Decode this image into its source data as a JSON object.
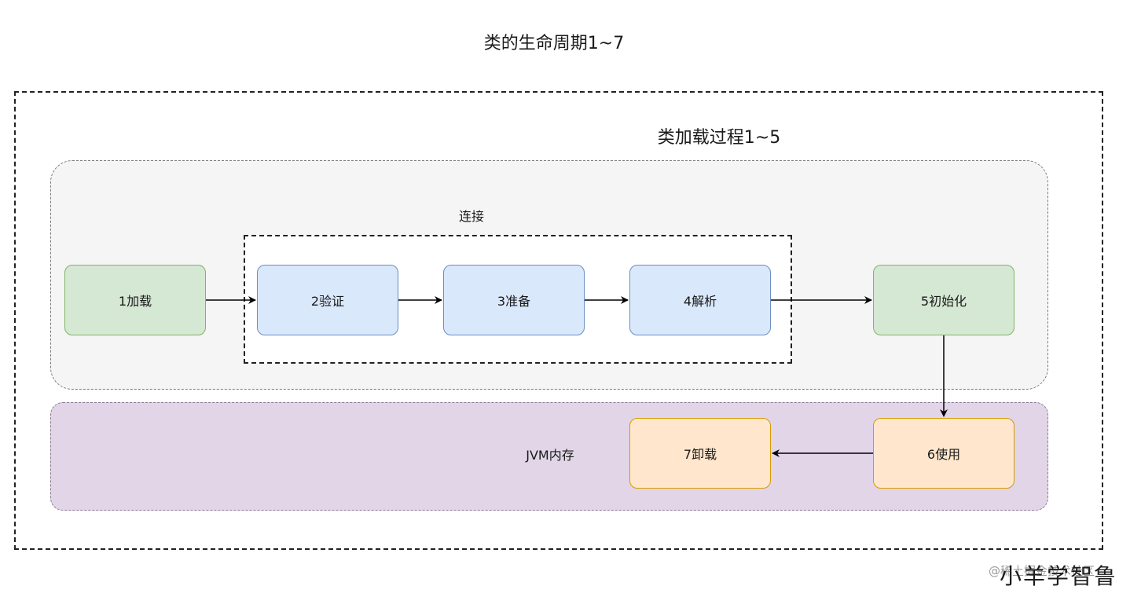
{
  "diagram": {
    "title": "类的生命周期1~7",
    "subtitle": "类加载过程1~5",
    "connect_label": "连接",
    "jvm_label": "JVM内存",
    "steps": [
      {
        "label": "1加载",
        "color": "#d5e8d4"
      },
      {
        "label": "2验证",
        "color": "#dae8fc"
      },
      {
        "label": "3准备",
        "color": "#dae8fc"
      },
      {
        "label": "4解析",
        "color": "#dae8fc"
      },
      {
        "label": "5初始化",
        "color": "#d5e8d4"
      },
      {
        "label": "6使用",
        "color": "#ffe6cc"
      },
      {
        "label": "7卸载",
        "color": "#ffe6cc"
      }
    ],
    "edges": [
      {
        "from": "1加载",
        "to": "2验证"
      },
      {
        "from": "2验证",
        "to": "3准备"
      },
      {
        "from": "3准备",
        "to": "4解析"
      },
      {
        "from": "4解析",
        "to": "5初始化"
      },
      {
        "from": "5初始化",
        "to": "6使用"
      },
      {
        "from": "6使用",
        "to": "7卸载"
      }
    ]
  },
  "watermark": "@稀土掘金技术社区",
  "signature": "小羊学智鲁"
}
